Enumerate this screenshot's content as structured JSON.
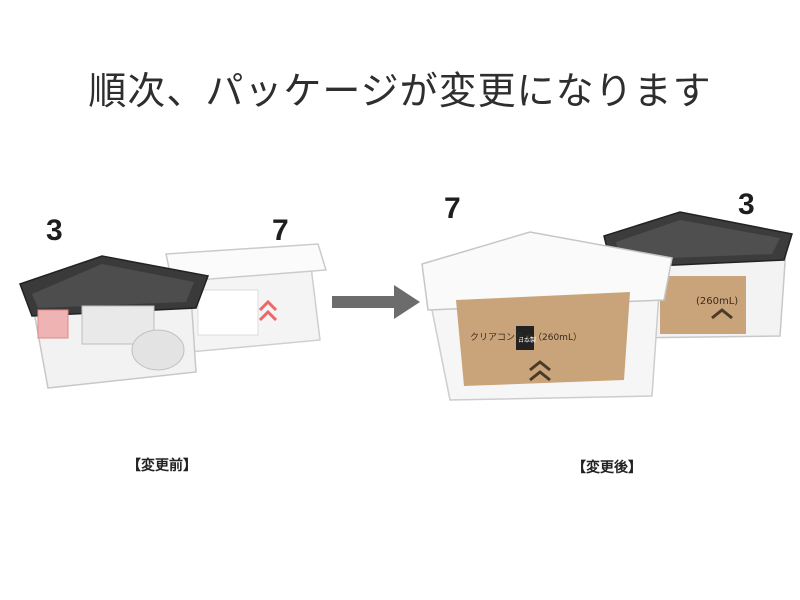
{
  "title": "順次、パッケージが変更になります",
  "before": {
    "caption": "【変更前】",
    "label_dark": "3",
    "label_clear": "7"
  },
  "after": {
    "caption": "【変更後】",
    "label_clear": "7",
    "label_dark": "3",
    "package_text": "クリアコンテナ（260mL）",
    "made_in": "日本製",
    "colors": {
      "kraft": "#c9a47a",
      "dark_lid": "#3c3c3c"
    }
  },
  "arrow_icon": "right-arrow-icon"
}
